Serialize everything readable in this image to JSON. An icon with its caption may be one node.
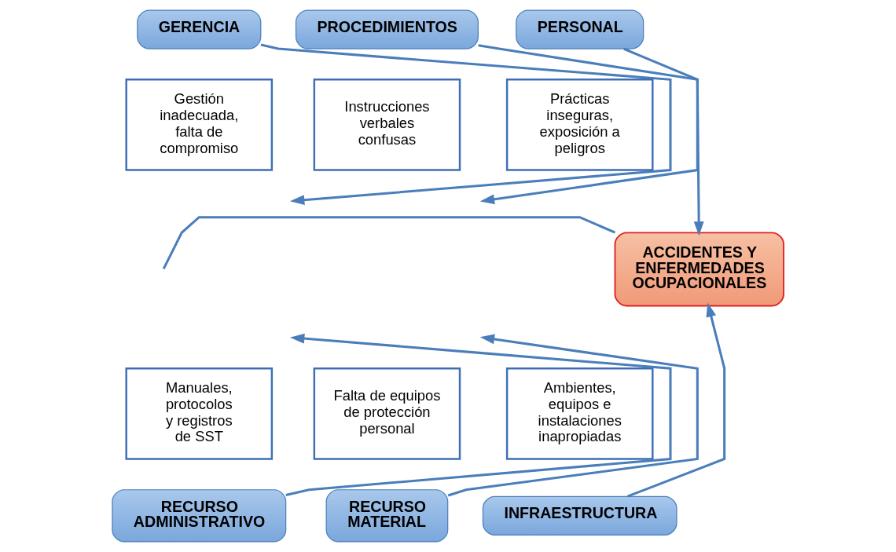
{
  "diagram": {
    "nodes": [
      {
        "text": [
          "GERENCIA"
        ]
      },
      {
        "text": [
          "PROCEDIMIENTOS"
        ]
      },
      {
        "text": [
          "PERSONAL"
        ]
      },
      {
        "text": [
          "Gestión inadecuada, falta de compromiso"
        ]
      },
      {
        "text": [
          "Instrucciones verbales confusas"
        ]
      },
      {
        "text": [
          "Prácticas inseguras, exposición a peligros"
        ]
      },
      {
        "text": [
          "ACCIDENTES Y ENFERMEDADES OCUPACIONALES"
        ]
      },
      {
        "text": [
          "Manuales, protocolos y registros de SST"
        ]
      },
      {
        "text": [
          "Falta de equipos de protección personal"
        ]
      },
      {
        "text": [
          "Ambientes, equipos e instalaciones inapropiadas"
        ]
      },
      {
        "text": [
          "RECURSO ADMINISTRATIVO"
        ]
      },
      {
        "text": [
          "RECURSO MATERIAL"
        ]
      },
      {
        "text": [
          "INFRAESTRUCTURA"
        ]
      }
    ],
    "edges": [
      {
        "from": null,
        "to": 6,
        "arrow": "none"
      },
      {
        "from": 0,
        "to": null,
        "arrow": "to"
      },
      {
        "from": 1,
        "to": null,
        "arrow": "to"
      },
      {
        "from": 2,
        "to": 6,
        "arrow": "to"
      },
      {
        "from": 10,
        "to": null,
        "arrow": "to"
      },
      {
        "from": 11,
        "to": null,
        "arrow": "to"
      },
      {
        "from": 12,
        "to": 6,
        "arrow": "to"
      }
    ]
  }
}
